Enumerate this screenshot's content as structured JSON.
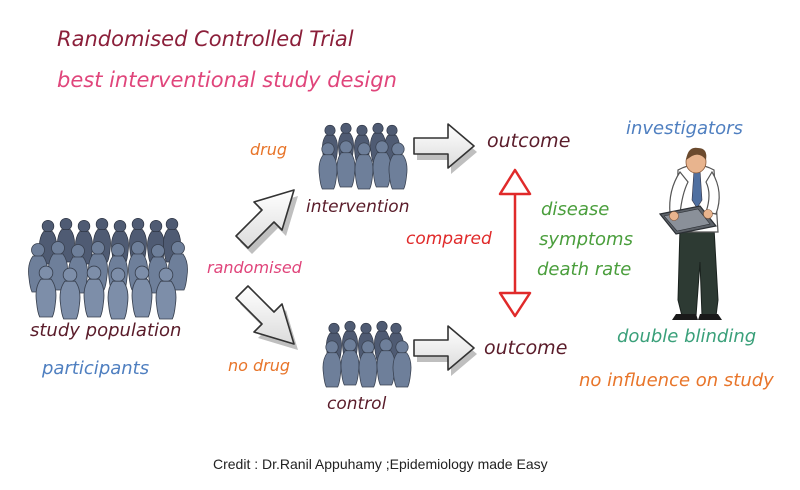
{
  "title": "Randomised Controlled Trial",
  "subtitle": "best interventional study design",
  "labels": {
    "study_population": "study population",
    "participants": "participants",
    "randomised": "randomised",
    "drug": "drug",
    "no_drug": "no drug",
    "intervention": "intervention",
    "control": "control",
    "outcome_top": "outcome",
    "outcome_bottom": "outcome",
    "compared": "compared",
    "disease": "disease",
    "symptoms": "symptoms",
    "death_rate": "death rate",
    "investigators": "investigators",
    "double_blinding": "double blinding",
    "no_influence": "no influence on study"
  },
  "credit": "Credit : Dr.Ranil Appuhamy ;Epidemiology made Easy",
  "colors": {
    "title": "#8b1f3a",
    "subtitle": "#e0457b",
    "dark_label": "#5a1c2a",
    "orange": "#e8752a",
    "pink": "#e0457b",
    "blue": "#4f7fc0",
    "green": "#4a9e3c",
    "teal": "#3aa07a",
    "red": "#e02a2a",
    "figure_fill": "#6e7f9a",
    "figure_dark": "#4a5670"
  },
  "icons": [
    "people-crowd-icon",
    "block-arrow-icon",
    "double-headed-arrow-icon",
    "investigator-icon"
  ]
}
